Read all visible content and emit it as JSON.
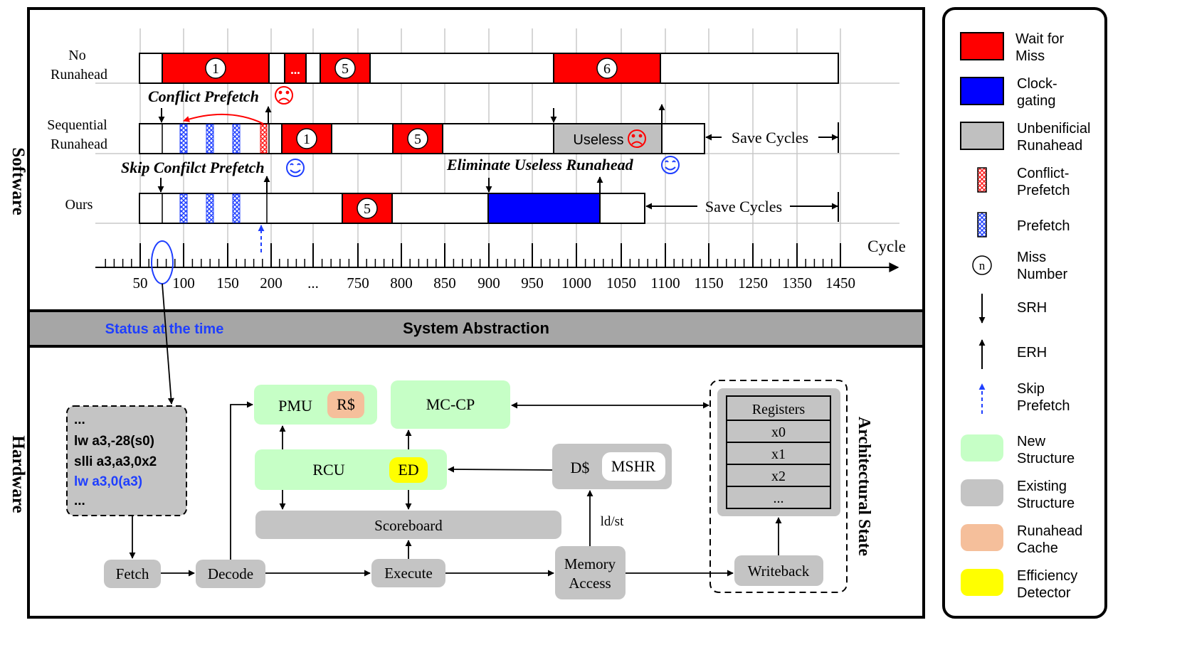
{
  "panels": {
    "software_label": "Software",
    "hardware_label": "Hardware",
    "status_label": "Status at the time",
    "abstraction_label": "System Abstraction",
    "architectural_state_label": "Architectural State"
  },
  "timeline": {
    "rows": [
      {
        "id": "no-runahead",
        "label_lines": [
          "No",
          "Runahead"
        ]
      },
      {
        "id": "sequential-runahead",
        "label_lines": [
          "Sequential",
          "Runahead"
        ]
      },
      {
        "id": "ours",
        "label_lines": [
          "Ours"
        ]
      }
    ],
    "miss_numbers": {
      "m1": "1",
      "m5": "5",
      "m6": "6",
      "ellipsis": "..."
    },
    "useless_label": "Useless",
    "annotations": {
      "conflict_prefetch": "Conflict Prefetch",
      "skip_conflict_prefetch": "Skip Confilct Prefetch",
      "eliminate_useless": "Eliminate Useless Runahead",
      "save_cycles": "Save Cycles"
    },
    "axis": {
      "title": "Cycle",
      "ticks": [
        "50",
        "100",
        "150",
        "200",
        "...",
        "750",
        "800",
        "850",
        "900",
        "950",
        "1000",
        "1050",
        "1100",
        "1150",
        "1250",
        "1350",
        "1450"
      ]
    }
  },
  "hardware": {
    "code_lines": [
      "...",
      "lw  a3,-28(s0)",
      "slli  a3,a3,0x2",
      "lw  a3,0(a3)",
      "..."
    ],
    "blocks": {
      "pmu": "PMU",
      "rcache": "R$",
      "mccp": "MC-CP",
      "rcu": "RCU",
      "ed": "ED",
      "dcache": "D$",
      "mshr": "MSHR",
      "scoreboard": "Scoreboard",
      "fetch": "Fetch",
      "decode": "Decode",
      "execute": "Execute",
      "memory_lines": [
        "Memory",
        "Access"
      ],
      "writeback": "Writeback",
      "ldst": "ld/st"
    },
    "registers": [
      "Registers",
      "x0",
      "x1",
      "x2",
      "..."
    ]
  },
  "legend": {
    "items": [
      {
        "label_lines": [
          "Wait for",
          "Miss"
        ]
      },
      {
        "label_lines": [
          "Clock-",
          "gating"
        ]
      },
      {
        "label_lines": [
          "Unbenificial",
          "Runahead"
        ]
      },
      {
        "label_lines": [
          "Conflict-",
          "Prefetch"
        ]
      },
      {
        "label_lines": [
          "Prefetch"
        ]
      },
      {
        "label_lines": [
          "Miss",
          "Number"
        ]
      },
      {
        "label_lines": [
          "SRH"
        ]
      },
      {
        "label_lines": [
          "ERH"
        ]
      },
      {
        "label_lines": [
          "Skip",
          "Prefetch"
        ]
      },
      {
        "label_lines": [
          "New",
          "Structure"
        ]
      },
      {
        "label_lines": [
          "Existing",
          "Structure"
        ]
      },
      {
        "label_lines": [
          "Runahead",
          "Cache"
        ]
      },
      {
        "label_lines": [
          "Efficiency",
          "Detector"
        ]
      }
    ],
    "miss_symbol": "n"
  },
  "colors": {
    "wait_for_miss": "#ff0000",
    "clock_gating": "#0000ff",
    "unbeneficial": "#c0c0c0",
    "new_structure": "#c6ffc6",
    "existing_structure": "#c4c4c4",
    "runahead_cache": "#f5bf9b",
    "efficiency_detector": "#ffff00",
    "status_text": "#1f3fff",
    "abstraction_bar": "#a6a6a6",
    "grid": "#c8c8c8"
  }
}
